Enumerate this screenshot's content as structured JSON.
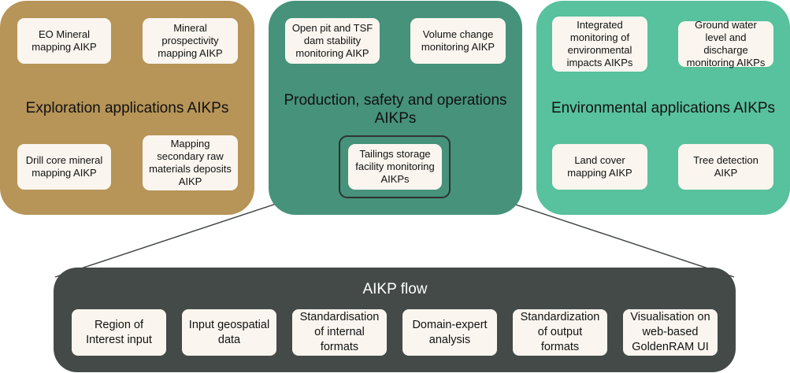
{
  "exploration": {
    "title": "Exploration applications AIKPs",
    "cards": [
      "EO Mineral mapping AIKP",
      "Mineral prospectivity mapping AIKP",
      "Drill core mineral mapping AIKP",
      "Mapping secondary raw materials deposits AIKP"
    ]
  },
  "production": {
    "title_line1": "Production, safety and operations",
    "title_line2": "AIKPs",
    "cards": [
      "Open pit and TSF dam stability monitoring AIKP",
      "Volume change monitoring AIKP",
      "Tailings storage facility monitoring AIKPs"
    ]
  },
  "environmental": {
    "title": "Environmental applications AIKPs",
    "cards": [
      "Integrated monitoring of environmental impacts AIKPs",
      "Ground water level and discharge monitoring AIKPs",
      "Land cover mapping AIKP",
      "Tree detection AIKP"
    ]
  },
  "flow": {
    "title": "AIKP flow",
    "steps": [
      "Region of Interest input",
      "Input geospatial data",
      "Standardisation of internal formats",
      "Domain-expert analysis",
      "Standardization of output formats",
      "Visualisation on web-based GoldenRAM UI"
    ]
  },
  "colors": {
    "exploration_panel": "#b79457",
    "production_panel": "#46927a",
    "environmental_panel": "#58c19d",
    "flow_panel": "#434a47",
    "card": "#faf6ef"
  }
}
